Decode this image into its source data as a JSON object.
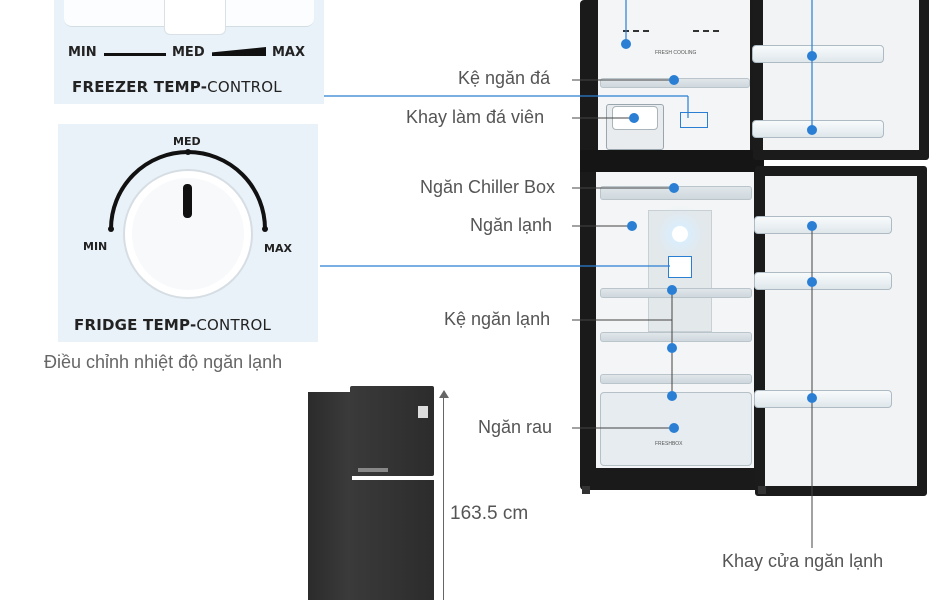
{
  "freezer_panel": {
    "min": "MIN",
    "med": "MED",
    "max": "MAX",
    "title_bold": "FREEZER TEMP-",
    "title_rest": "CONTROL"
  },
  "fridge_panel": {
    "med": "MED",
    "min": "MIN",
    "max": "MAX",
    "title_bold": "FRIDGE TEMP-",
    "title_rest": "CONTROL",
    "caption": "Điều chỉnh nhiệt độ ngăn lạnh"
  },
  "callouts": {
    "ice_shelf": "Kệ ngăn đá",
    "ice_tray": "Khay làm đá viên",
    "chiller_box": "Ngăn Chiller Box",
    "fridge_compartment": "Ngăn lạnh",
    "fridge_shelf": "Kệ ngăn lạnh",
    "vegetable_drawer": "Ngăn rau",
    "fridge_door_tray": "Khay cửa ngăn lạnh"
  },
  "height_label": "163.5 cm",
  "fridge_labels": {
    "fresh_cooling": "FRESH COOLING",
    "fresh_box": "FRESHBOX"
  },
  "colors": {
    "accent_blue": "#2a7fd4",
    "panel_bg": "#e9f2f9",
    "fridge_black": "#1a1a1a"
  }
}
